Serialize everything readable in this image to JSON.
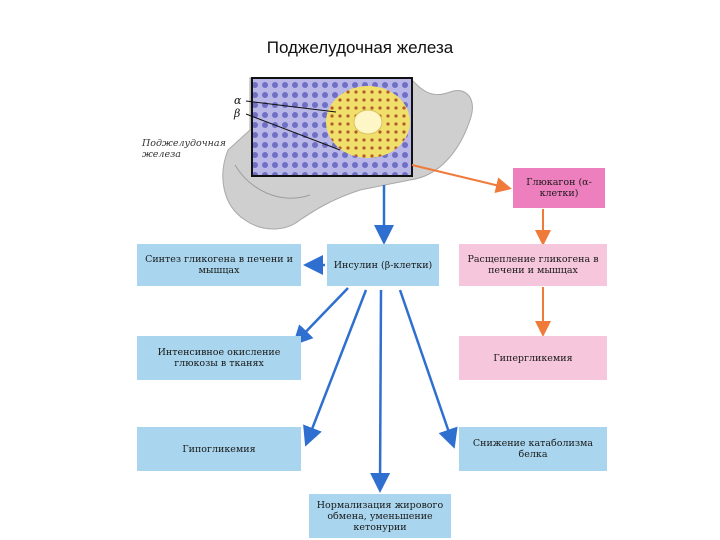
{
  "title": "Поджелудочная железа",
  "organ_caption": "Поджелудочная железа",
  "greek": {
    "alpha": "α",
    "beta": "β"
  },
  "boxes": {
    "glucagon": "Глюкагон (α-клетки)",
    "insulin": "Инсулин (β-клетки)",
    "glycogen_synthesis": "Синтез гликогена в печени и мышцах",
    "glycogen_breakdown": "Расщепление гликогена в печени и мышцах",
    "glucose_oxidation": "Интенсивное окисление глюкозы в тканях",
    "hyperglycemia": "Гипергликемия",
    "hypoglycemia": "Гипогликемия",
    "protein_catabolism": "Снижение катаболизма белка",
    "fat_metabolism": "Нормализация жирового обмена, уменьшение кетонурии"
  },
  "colors": {
    "blue_box": "#a9d6ee",
    "pink_box": "#f6c6dc",
    "glucagon_box": "#ee7fbf",
    "insulin_arrow": "#2f6fd0",
    "glucagon_arrow": "#f07a3a"
  }
}
